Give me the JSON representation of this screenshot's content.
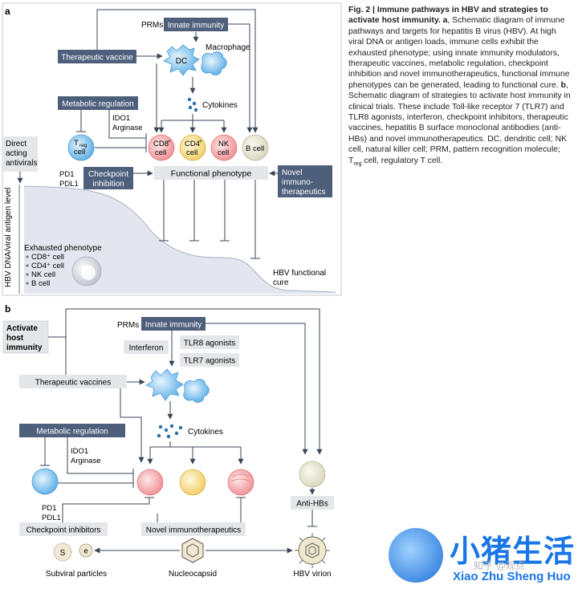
{
  "panel_a": {
    "letter": "a",
    "prms": "PRMs",
    "innate_immunity": "Innate immunity",
    "therapeutic_vaccine": "Therapeutic vaccine",
    "dc": "DC",
    "macrophage": "Macrophage",
    "cytokines": "Cytokines",
    "metabolic_regulation": "Metabolic regulation",
    "ido1": "IDO1",
    "arginase": "Arginase",
    "t_cell": "T",
    "t_cell_sub": "reg",
    "t_cell_suffix": "cell",
    "cd8": "CD8",
    "cd4": "CD4",
    "nk": "NK",
    "b_cell": "B cell",
    "cell_word": "cell",
    "plus": "+",
    "direct_acting_antivirals": [
      "Direct",
      "acting",
      "antivirals"
    ],
    "pd1": "PD1",
    "pdl1": "PDL1",
    "checkpoint_inhibition": [
      "Checkpoint",
      "inhibition"
    ],
    "functional_phenotype": "Functional phenotype",
    "novel_immunotherapeutics": [
      "Novel",
      "immuno-",
      "therapeutics"
    ],
    "y_axis_label": "HBV DNA/viral antigen level",
    "exhausted_phenotype": "Exhausted phenotype",
    "exhausted_list": [
      "CD8⁺ cell",
      "CD4⁺ cell",
      "NK cell",
      "B cell"
    ],
    "hbv_functional_cure": [
      "HBV functional",
      "cure"
    ]
  },
  "panel_b": {
    "letter": "b",
    "activate_host_immunity": [
      "Activate",
      "host",
      "immunity"
    ],
    "prms": "PRMs",
    "innate_immunity": "Innate immunity",
    "interferon": "Interferon",
    "tlr8": "TLR8 agonists",
    "tlr7": "TLR7 agonists",
    "therapeutic_vaccines": "Therapeutic vaccines",
    "cytokines": "Cytokines",
    "metabolic_regulation": "Metabolic regulation",
    "ido1": "IDO1",
    "arginase": "Arginase",
    "pd1": "PD1",
    "pdl1": "PDL1",
    "checkpoint_inhibitors": "Checkpoint inhibitors",
    "novel_immunotherapeutics": "Novel immunotherapeutics",
    "anti_hbs": "Anti-HBs",
    "s_label": "S",
    "e_label": "e",
    "subviral_particles": "Subviral particles",
    "nucleocapsid": "Nucleocapsid",
    "hbv_virion": "HBV virion"
  },
  "caption": {
    "title": "Fig. 2 | Immune pathways in HBV and strategies to activate host immunity.",
    "body_a_label": "a",
    "body_a": ", Schematic diagram of immune pathways and targets for hepatitis B virus (HBV). At high viral DNA or antigen loads, immune cells exhibit the exhausted phenotype; using innate immunity modulators, therapeutic vaccines, metabolic regulation, checkpoint inhibition and novel immunotherapeutics, functional immune phenotypes can be generated, leading to functional cure. ",
    "body_b_label": "b",
    "body_b": ", Schematic diagram of strategies to activate host immunity in clinical trials. These include Toll-like receptor 7 (TLR7) and TLR8 agonists, interferon, checkpoint inhibitors, therapeutic vaccines, hepatitis B surface monoclonal antibodies (anti-HBs) and novel immunotherapeutics. DC, dendritic cell; NK cell, natural killer cell; PRM, pattern recognition molecule; T",
    "treg_sub": "reg",
    "body_end": " cell, regulatory T cell."
  },
  "watermark": {
    "title": "小猪生活",
    "subtitle": "Xiao Zhu Sheng Huo",
    "zh_small": "知乎 @观点"
  },
  "colors": {
    "dark_box": "#4e5f7c",
    "light_box": "#e4e6ea",
    "arrow": "#3a4657",
    "curve_fill": "#e3e6ee",
    "dc_blue": "#6ab8e8",
    "cd8_pink": "#f4a6a8",
    "cd4_yellow": "#f5d77e",
    "b_cell_beige": "#e8e6d4"
  }
}
